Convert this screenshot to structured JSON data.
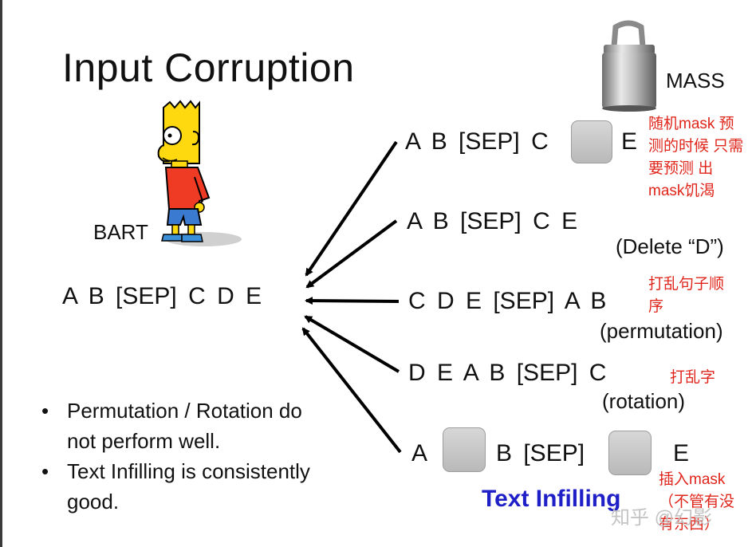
{
  "title": "Input Corruption",
  "bart": {
    "label": "BART"
  },
  "mass": {
    "label": "MASS"
  },
  "source_sequence": "A  B  [SEP]  C  D  E",
  "corruptions": [
    {
      "sequence_parts": [
        "A  B  [SEP]  C",
        "E"
      ],
      "masks": 1,
      "annotation": "随机mask 预测的时候 只需要预测 出mask饥渴"
    },
    {
      "sequence": "A  B  [SEP]  C  E",
      "note": "(Delete “D”)"
    },
    {
      "sequence": "C  D  E  [SEP]  A  B",
      "annotation": "打乱句子顺序",
      "note": "(permutation)"
    },
    {
      "sequence": "D  E  A  B  [SEP]  C",
      "annotation": "打乱字",
      "note": "(rotation)"
    },
    {
      "sequence_parts": [
        "A",
        "B  [SEP]",
        "E"
      ],
      "masks": 2,
      "annotation": "插入mask（不管有没有东西）",
      "label": "Text Infilling"
    }
  ],
  "bullets": [
    "Permutation / Rotation do not perform well.",
    "Text Infilling  is consistently good."
  ],
  "watermark": "知乎 @幻影",
  "colors": {
    "annotation": "#e0251b",
    "highlight": "#1f1fc8"
  }
}
